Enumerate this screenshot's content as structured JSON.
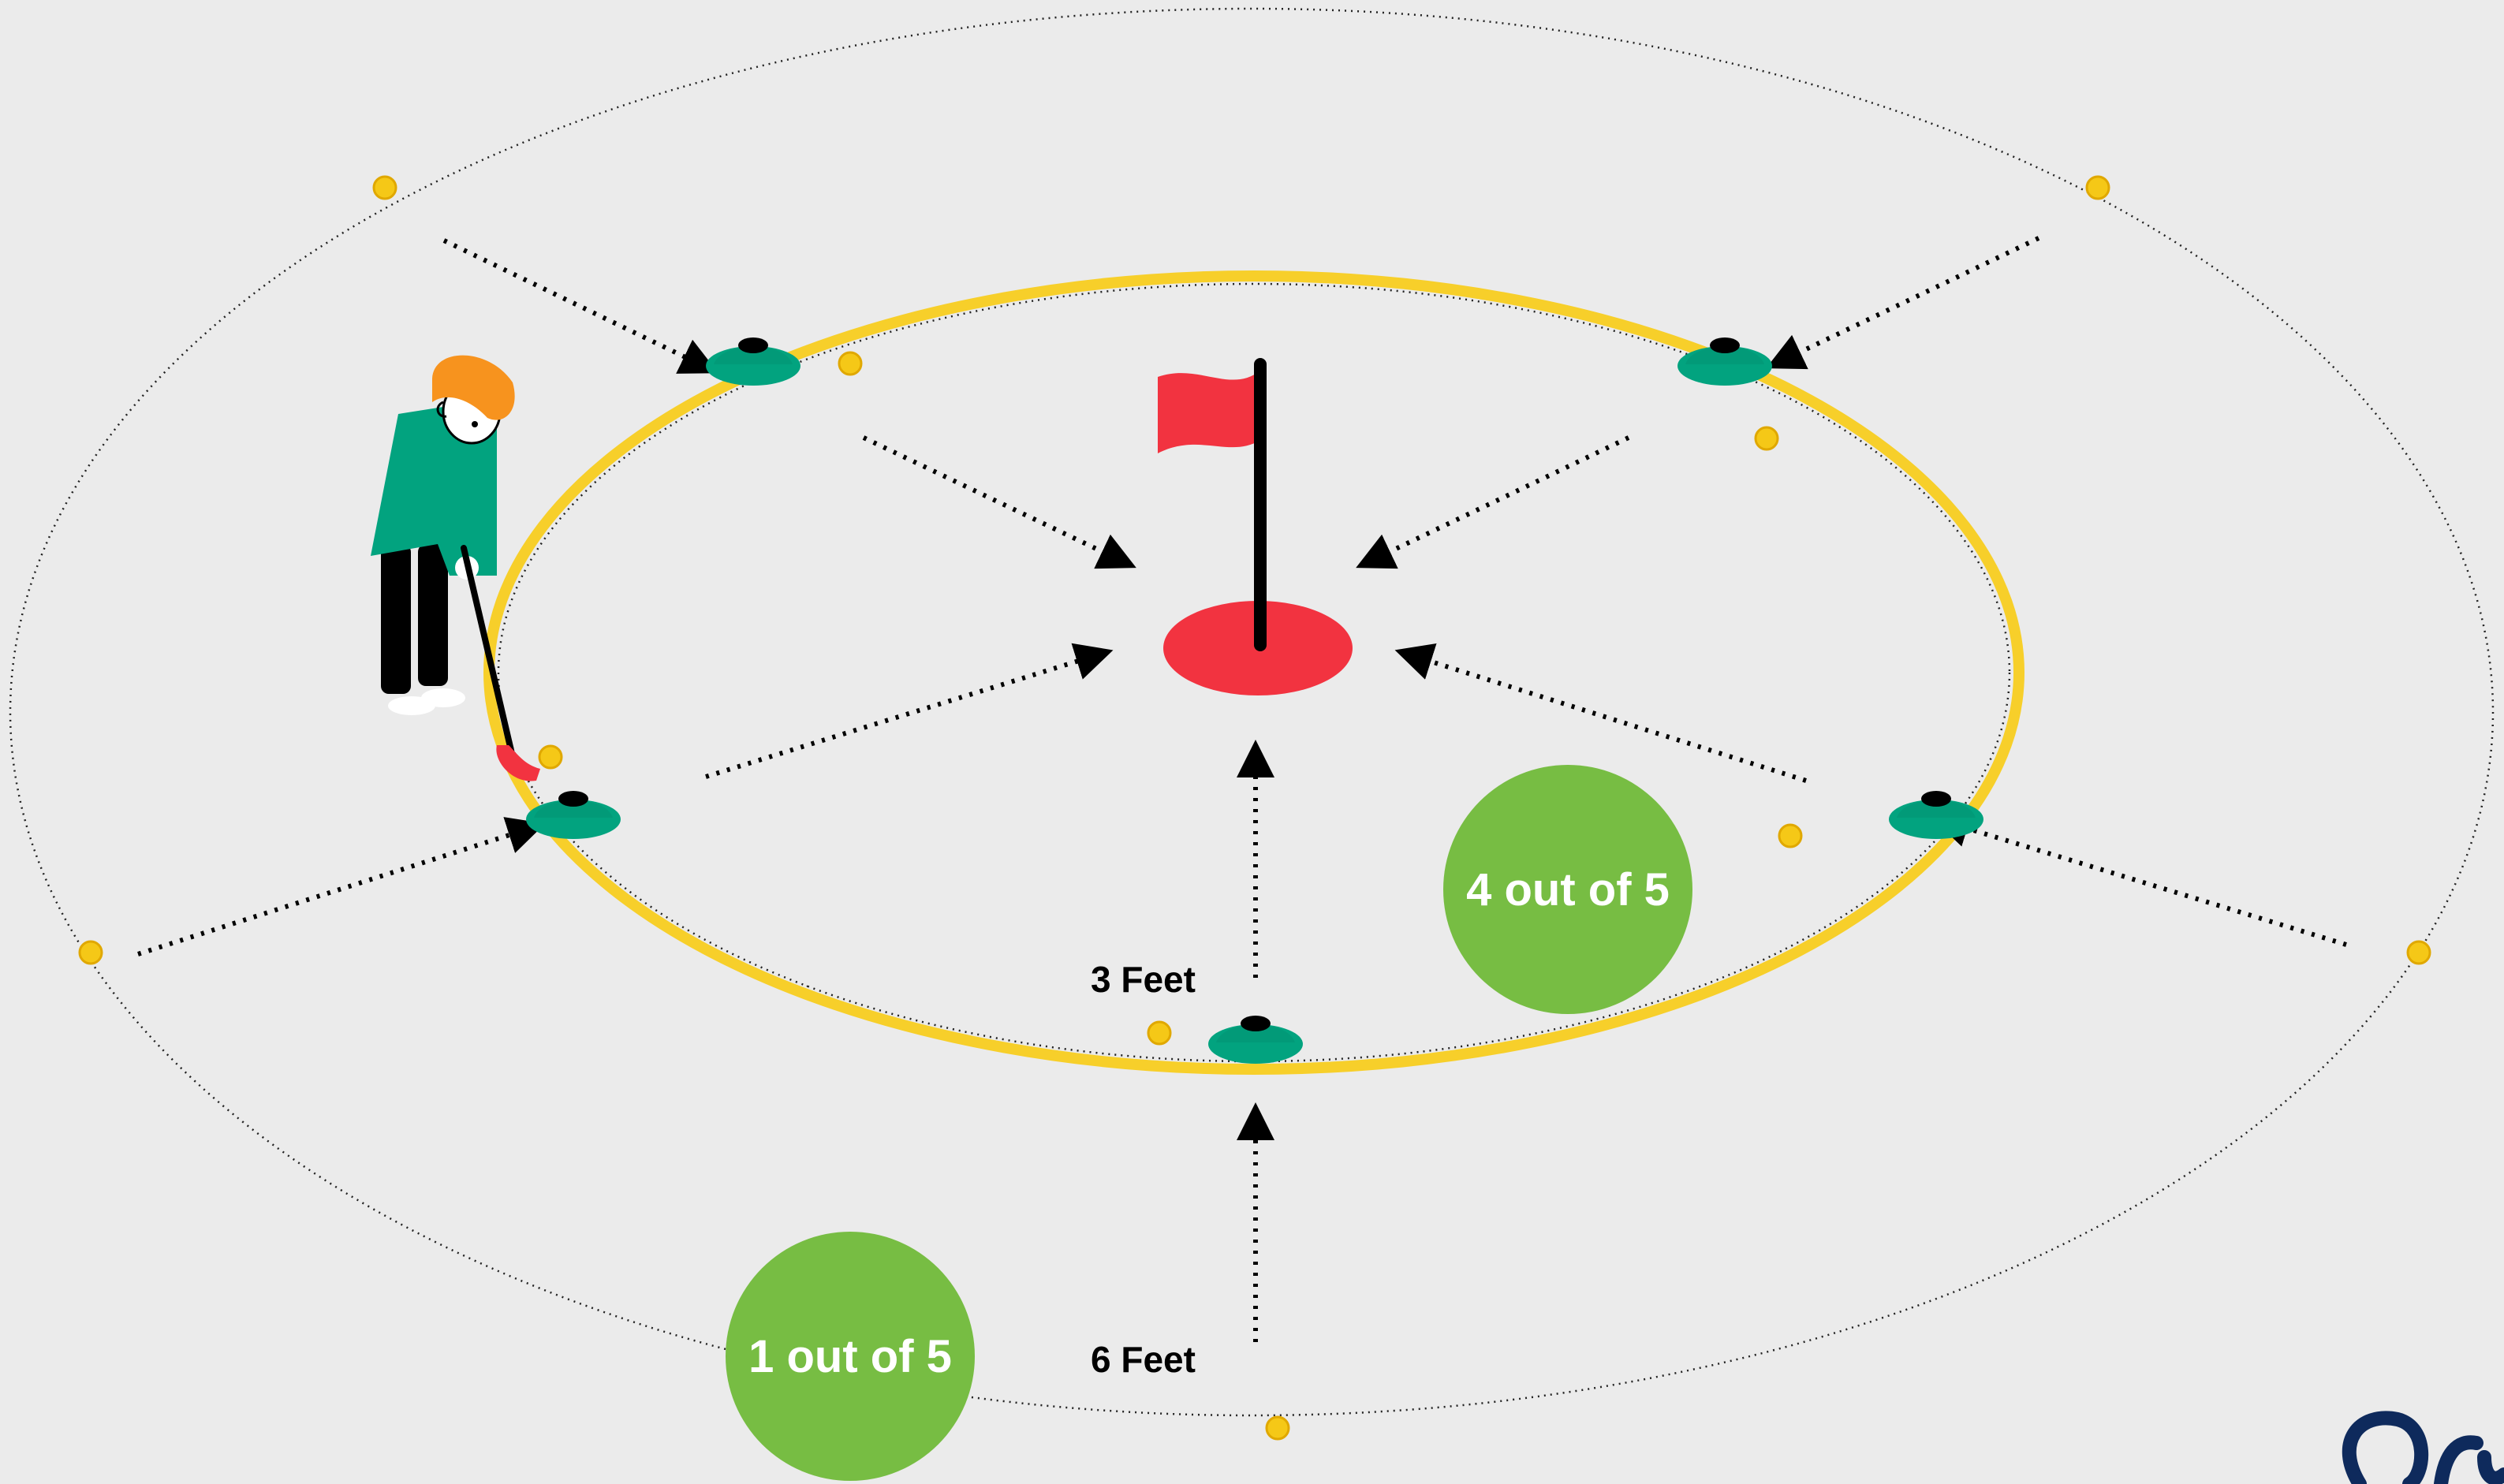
{
  "colors": {
    "background": "#ebebeb",
    "inner_ring": "#f7cf2a",
    "cone": "#02a37f",
    "flag": "#f23340",
    "hole": "#f23340",
    "ball": "#f5c817",
    "score_badge": "#77bd43",
    "golfer_hair": "#f7931e",
    "golfer_shirt": "#02a37f",
    "logo": "#0e2a5c"
  },
  "labels": {
    "inner_distance": "3 Feet",
    "outer_distance": "6 Feet"
  },
  "scores": {
    "inner": "4 out of 5",
    "outer": "1 out of 5"
  },
  "icons": [
    "flag-icon",
    "cone-icon",
    "golf-ball-icon",
    "golfer-illustration",
    "brand-logo"
  ],
  "cone_count": 5,
  "arrow_count": 10
}
